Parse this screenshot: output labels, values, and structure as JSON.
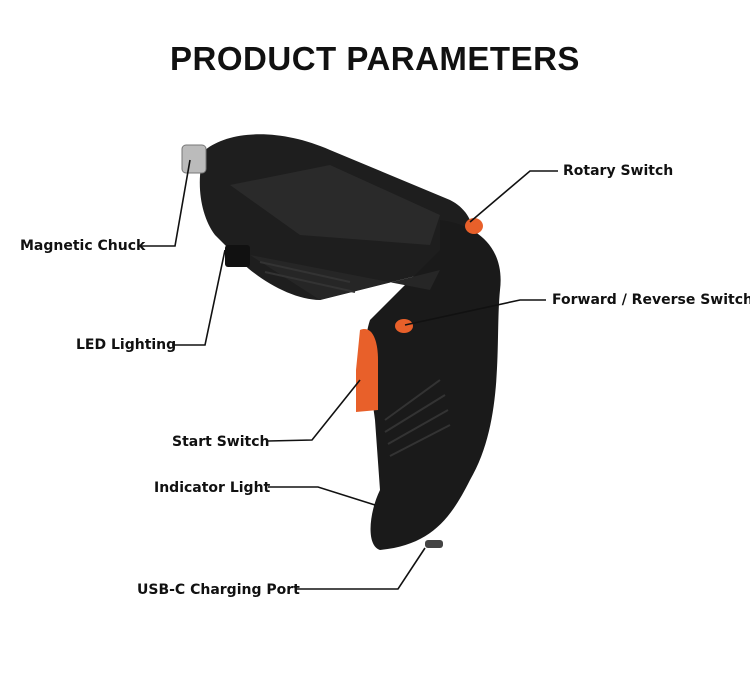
{
  "title": "PRODUCT PARAMETERS",
  "labels": {
    "rotary_switch": "Rotary Switch",
    "magnetic_chuck": "Magnetic Chuck",
    "forward_reverse_switch": "Forward / Reverse Switch",
    "led_lighting": "LED Lighting",
    "start_switch": "Start Switch",
    "indicator_light": "Indicator Light",
    "usb_c_port": "USB-C Charging Port"
  },
  "colors": {
    "body": "#1c1c1c",
    "accent": "#e8602a",
    "text": "#111111"
  }
}
